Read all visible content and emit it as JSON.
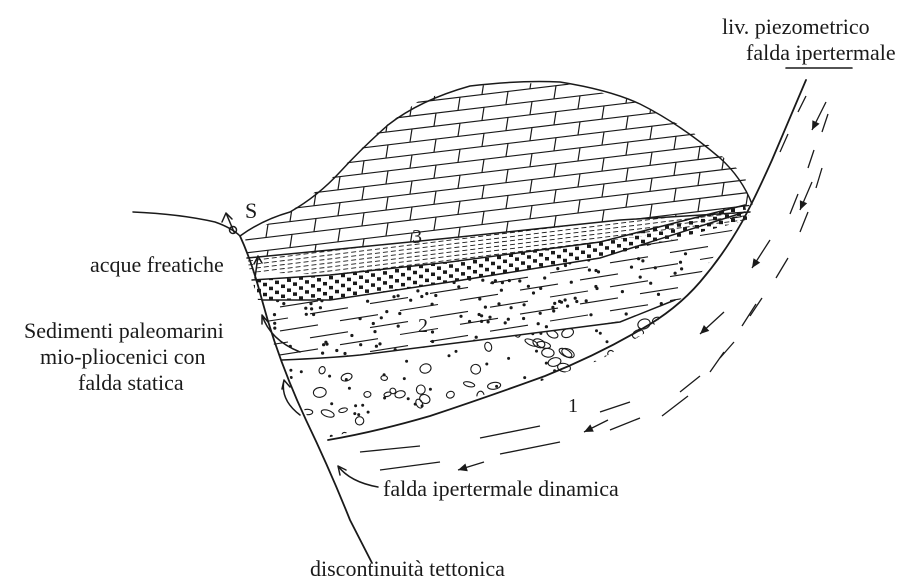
{
  "labels": {
    "piezometric_1": "liv. piezometrico",
    "piezometric_2": "falda ipertermale",
    "spring": "S",
    "phreatic": "acque freatiche",
    "sediments_1": "Sedimenti paleomarini",
    "sediments_2": "mio-pliocenici con",
    "sediments_3": "falda statica",
    "thermal_dynamic": "falda ipertermale dinamica",
    "discontinuity": "discontinuità tettonica",
    "layer_1": "1",
    "layer_2": "2",
    "layer_3": "3"
  },
  "colors": {
    "ink": "#1a1a1a"
  }
}
